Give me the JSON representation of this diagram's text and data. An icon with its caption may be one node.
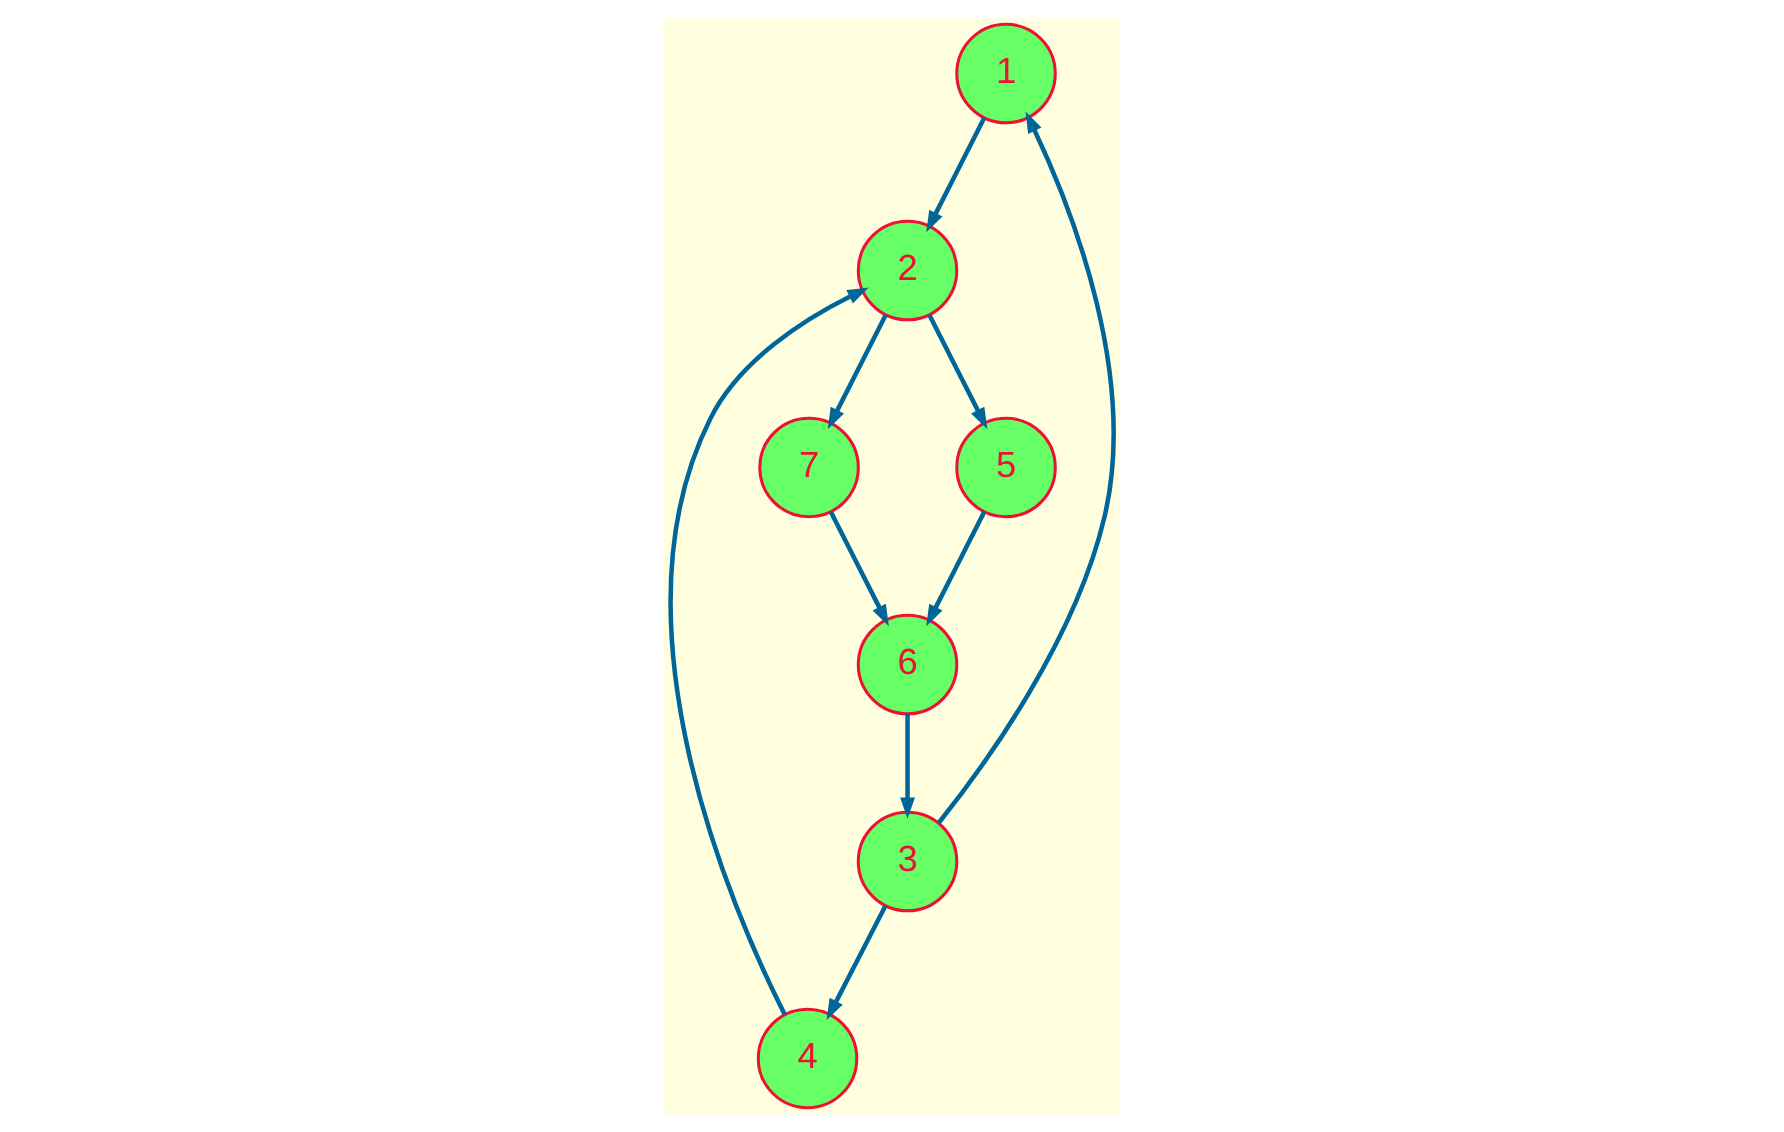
{
  "diagram": {
    "nodes": [
      {
        "text": [
          "1"
        ]
      },
      {
        "text": [
          "2"
        ]
      },
      {
        "text": [
          "3"
        ]
      },
      {
        "text": [
          "4"
        ]
      },
      {
        "text": [
          "5"
        ]
      },
      {
        "text": [
          "6"
        ]
      },
      {
        "text": [
          "7"
        ]
      }
    ],
    "edges": [
      {
        "from": 0,
        "to": 1,
        "arrow": "to"
      },
      {
        "from": 3,
        "to": 1,
        "arrow": "to"
      },
      {
        "from": 2,
        "to": 0,
        "arrow": "to"
      },
      {
        "from": 2,
        "to": 3,
        "arrow": "to"
      },
      {
        "from": 1,
        "to": 4,
        "arrow": "to"
      },
      {
        "from": 1,
        "to": 6,
        "arrow": "to"
      },
      {
        "from": 4,
        "to": 5,
        "arrow": "to"
      },
      {
        "from": 6,
        "to": 5,
        "arrow": "to"
      },
      {
        "from": 5,
        "to": 2,
        "arrow": "to"
      }
    ]
  }
}
